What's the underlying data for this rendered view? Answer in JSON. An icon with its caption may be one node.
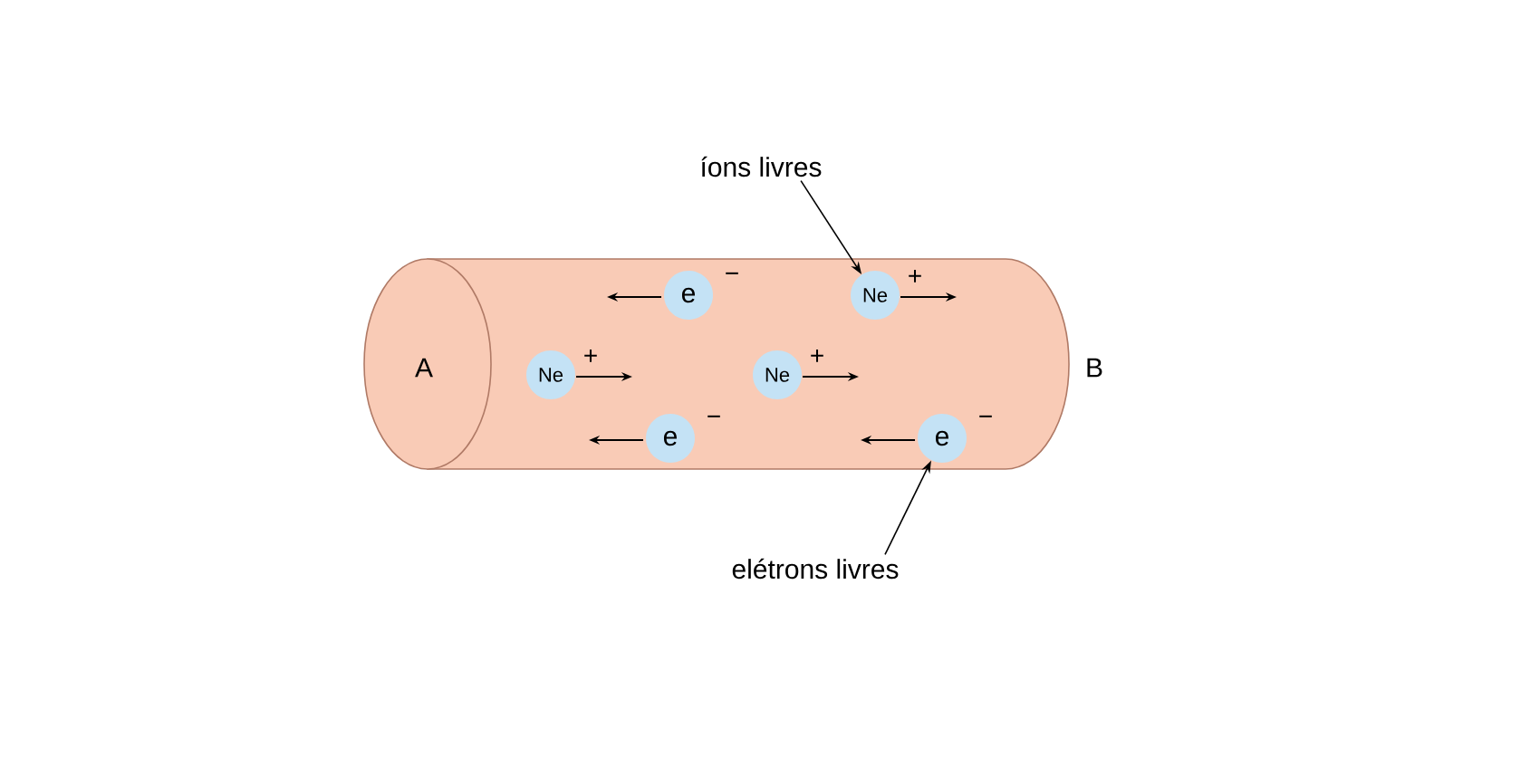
{
  "diagram": {
    "nodes": [
      {
        "text": [
          "A"
        ],
        "beside": [
          "B"
        ]
      },
      {
        "text": [
          "íons livres"
        ]
      },
      {
        "text": [
          "e"
        ],
        "beside": [
          "−"
        ],
        "in": 0
      },
      {
        "text": [
          "Ne"
        ],
        "beside": [
          "+"
        ],
        "in": 0
      },
      {
        "text": [
          "Ne"
        ],
        "beside": [
          "+"
        ],
        "in": 0
      },
      {
        "text": [
          "Ne"
        ],
        "beside": [
          "+"
        ],
        "in": 0
      },
      {
        "text": [
          "e"
        ],
        "beside": [
          "−"
        ],
        "in": 0
      },
      {
        "text": [
          "e"
        ],
        "beside": [
          "−"
        ],
        "in": 0
      },
      {
        "text": [
          "elétrons livres"
        ]
      }
    ],
    "edges": [
      {
        "from": 1,
        "to": 3,
        "arrow": "to"
      },
      {
        "from": 8,
        "to": 7,
        "arrow": "to"
      }
    ]
  }
}
